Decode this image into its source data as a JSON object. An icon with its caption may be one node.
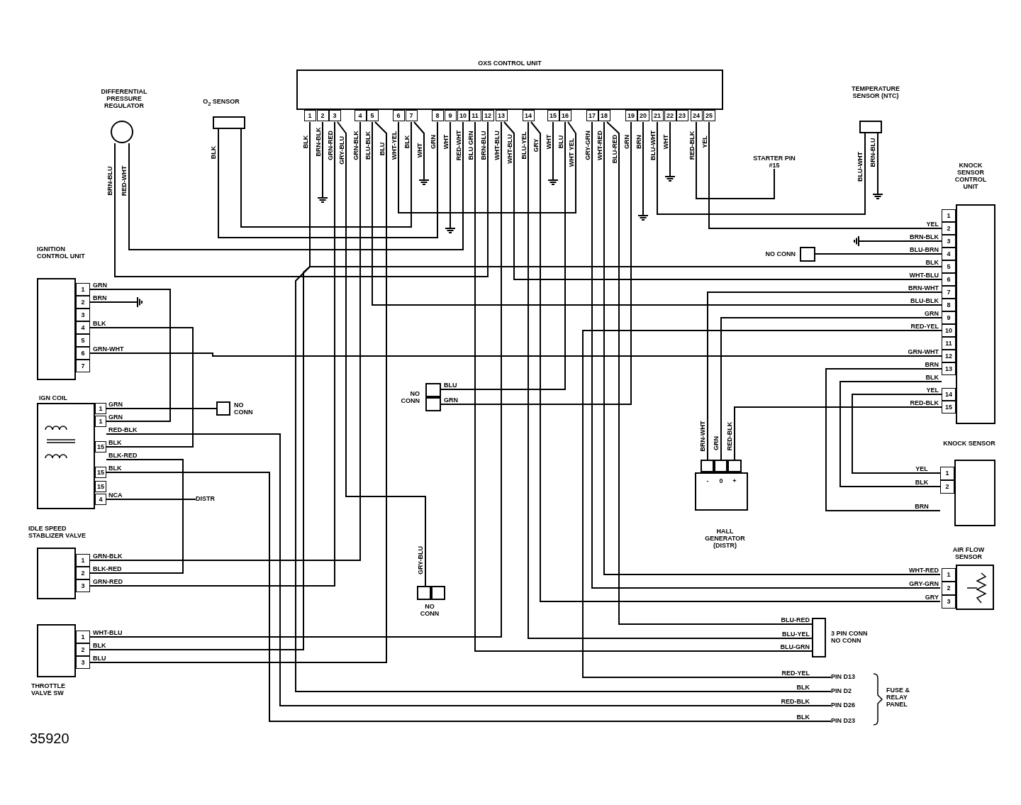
{
  "diagram": {
    "nodes": [
      {
        "text": [
          "OXS CONTROL UNIT"
        ],
        "beside": [
          "1",
          "2",
          "3",
          "4",
          "5",
          "6",
          "7",
          "8",
          "9",
          "10",
          "11",
          "12",
          "13",
          "14",
          "15",
          "16",
          "17",
          "18",
          "19",
          "20",
          "21",
          "22",
          "23",
          "24",
          "25"
        ]
      },
      {
        "text": [
          "DIFFERENTIAL PRESSURE REGULATOR"
        ]
      },
      {
        "text": [
          "O$_{2}$ SENSOR"
        ]
      },
      {
        "text": [
          "TEMPERATURE SENSOR (NTC)"
        ]
      },
      {
        "text": [
          "STARTER PIN #15"
        ]
      },
      {
        "text": [
          "KNOCK SENSOR CONTROL UNIT"
        ],
        "beside": [
          "1",
          "2",
          "3",
          "4",
          "5",
          "6",
          "7",
          "8",
          "9",
          "10",
          "11",
          "12",
          "13",
          "14",
          "15"
        ]
      },
      {
        "text": [
          "NO CONN"
        ]
      },
      {
        "text": [
          "IGNITION CONTROL UNIT"
        ],
        "beside": [
          "1",
          "2",
          "3",
          "4",
          "5",
          "6",
          "7"
        ]
      },
      {
        "text": [
          "IGN COIL"
        ],
        "beside": [
          "1",
          "1",
          "15",
          "15",
          "15",
          "4"
        ]
      },
      {
        "text": [
          "NO CONN"
        ]
      },
      {
        "text": [
          "DISTR"
        ]
      },
      {
        "text": [
          "NO CONN"
        ]
      },
      {
        "text": [
          "NO CONN"
        ]
      },
      {
        "text": [
          "-",
          "0",
          "+",
          "HALL GENERATOR (DISTR)"
        ]
      },
      {
        "text": [
          "KNOCK SENSOR"
        ],
        "beside": [
          "1",
          "2"
        ]
      },
      {
        "text": [
          "AIR FLOW SENSOR"
        ],
        "beside": [
          "1",
          "2",
          "3"
        ]
      },
      {
        "text": [
          "3 PIN CONN NO CONN"
        ]
      },
      {
        "text": [
          "IDLE SPEED STABLIZER VALVE"
        ],
        "beside": [
          "1",
          "2",
          "3"
        ]
      },
      {
        "text": [
          "THROTTLE VALVE SW"
        ],
        "beside": [
          "1",
          "2",
          "3"
        ]
      },
      {
        "text": [
          "PIN D13"
        ]
      },
      {
        "text": [
          "PIN D2"
        ]
      },
      {
        "text": [
          "PIN D26"
        ]
      },
      {
        "text": [
          "PIN D23"
        ]
      }
    ],
    "edges": [
      {
        "from": 0,
        "to": 5,
        "arrow": "none",
        "label": "BLK"
      },
      {
        "from": 0,
        "to": 18,
        "arrow": "none",
        "label": "BLK"
      },
      {
        "from": 0,
        "to": 20,
        "arrow": "none",
        "label": "BLK"
      },
      {
        "from": 0,
        "to": null,
        "arrow": "none",
        "label": "BRN-BLK"
      },
      {
        "from": 0,
        "to": 17,
        "arrow": "none",
        "label": "GRN-RED"
      },
      {
        "from": 0,
        "to": 12,
        "arrow": "none",
        "label": "GRY-BLU"
      },
      {
        "from": 0,
        "to": 17,
        "arrow": "none",
        "label": "GRN-BLK"
      },
      {
        "from": 0,
        "to": 5,
        "arrow": "none",
        "label": "BLU-BLK"
      },
      {
        "from": 0,
        "to": 18,
        "arrow": "none",
        "label": "BLU"
      },
      {
        "from": 0,
        "to": 0,
        "arrow": "none",
        "label": "WHT-YEL"
      },
      {
        "from": 0,
        "to": 2,
        "arrow": "none",
        "label": "BLK"
      },
      {
        "from": 0,
        "to": null,
        "arrow": "none",
        "label": "WHT"
      },
      {
        "from": 0,
        "to": 2,
        "arrow": "none",
        "label": "GRN"
      },
      {
        "from": 0,
        "to": null,
        "arrow": "none",
        "label": "WHT"
      },
      {
        "from": 0,
        "to": 1,
        "arrow": "none",
        "label": "RED-WHT"
      },
      {
        "from": 0,
        "to": 16,
        "arrow": "none",
        "label": "BLU GRN"
      },
      {
        "from": 0,
        "to": 1,
        "arrow": "none",
        "label": "BRN-BLU"
      },
      {
        "from": 0,
        "to": 18,
        "arrow": "none",
        "label": "WHT-BLU"
      },
      {
        "from": 0,
        "to": 5,
        "arrow": "none",
        "label": "WHT-BLU"
      },
      {
        "from": 0,
        "to": 16,
        "arrow": "none",
        "label": "BLU-YEL"
      },
      {
        "from": 0,
        "to": 15,
        "arrow": "none",
        "label": "GRY"
      },
      {
        "from": 0,
        "to": null,
        "arrow": "none",
        "label": "WHT"
      },
      {
        "from": 0,
        "to": 11,
        "arrow": "none",
        "label": "BLU"
      },
      {
        "from": 0,
        "to": 15,
        "arrow": "none",
        "label": "GRY-GRN"
      },
      {
        "from": 0,
        "to": 15,
        "arrow": "none",
        "label": "WHT-RED"
      },
      {
        "from": 0,
        "to": 16,
        "arrow": "none",
        "label": "BLU-RED"
      },
      {
        "from": 0,
        "to": 11,
        "arrow": "none",
        "label": "GRN"
      },
      {
        "from": 0,
        "to": null,
        "arrow": "none",
        "label": "BRN"
      },
      {
        "from": 0,
        "to": 3,
        "arrow": "none",
        "label": "BLU-WHT"
      },
      {
        "from": 0,
        "to": null,
        "arrow": "none",
        "label": "WHT"
      },
      {
        "from": 0,
        "to": 4,
        "arrow": "none",
        "label": "RED-BLK"
      },
      {
        "from": 0,
        "to": 5,
        "arrow": "none",
        "label": "YEL"
      },
      {
        "from": 3,
        "to": null,
        "arrow": "none",
        "label": "BRN-BLU"
      },
      {
        "from": 5,
        "to": null,
        "arrow": "none",
        "label": "BRN-BLK"
      },
      {
        "from": 5,
        "to": 6,
        "arrow": "none",
        "label": "BLU-BRN"
      },
      {
        "from": 5,
        "to": 13,
        "arrow": "none",
        "label": "BRN-WHT"
      },
      {
        "from": 5,
        "to": 13,
        "arrow": "none",
        "label": "GRN"
      },
      {
        "from": 5,
        "to": 19,
        "arrow": "none",
        "label": "RED-YEL"
      },
      {
        "from": 5,
        "to": 7,
        "arrow": "none",
        "label": "GRN-WHT"
      },
      {
        "from": 5,
        "to": 14,
        "arrow": "none",
        "label": "BRN"
      },
      {
        "from": 5,
        "to": 14,
        "arrow": "none",
        "label": "BLK"
      },
      {
        "from": 5,
        "to": 14,
        "arrow": "none",
        "label": "YEL"
      },
      {
        "from": 5,
        "to": 13,
        "arrow": "none",
        "label": "RED-BLK"
      },
      {
        "from": 7,
        "to": 8,
        "arrow": "none",
        "label": "GRN"
      },
      {
        "from": 7,
        "to": null,
        "arrow": "none",
        "label": "BRN"
      },
      {
        "from": 7,
        "to": 8,
        "arrow": "none",
        "label": "BLK"
      },
      {
        "from": 8,
        "to": 9,
        "arrow": "none",
        "label": "GRN"
      },
      {
        "from": 8,
        "to": 21,
        "arrow": "none",
        "label": "RED-BLK"
      },
      {
        "from": 8,
        "to": 17,
        "arrow": "none",
        "label": "BLK-RED"
      },
      {
        "from": 8,
        "to": 22,
        "arrow": "none",
        "label": "BLK"
      },
      {
        "from": 8,
        "to": 10,
        "arrow": "none",
        "label": "NCA"
      }
    ],
    "labels": [
      "BLK",
      "GRN-RED",
      "GRY-BLU",
      "GRN-BLK",
      "BLU-BLK",
      "BLU",
      "WHT YEL",
      "BLK",
      "RED-WHT",
      "BLU-GRN",
      "BRN-BLU",
      "WHT-BLU",
      "WHT-BLU",
      "BLU-YEL",
      "GRY",
      "BLU",
      "GRY-GRN",
      "WHT-RED",
      "BLU-RED",
      "GRN",
      "BLU-WHT",
      "YEL",
      "BRN-WHT",
      "GRN",
      "RED-YEL",
      "GRN-WHT",
      "BRN",
      "BLK",
      "YEL",
      "RED-BLK",
      "GRN",
      "BLK",
      "RED-BLK",
      "BLK-RED",
      "BLK",
      "FUSE & RELAY PANEL",
      "35920"
    ]
  }
}
